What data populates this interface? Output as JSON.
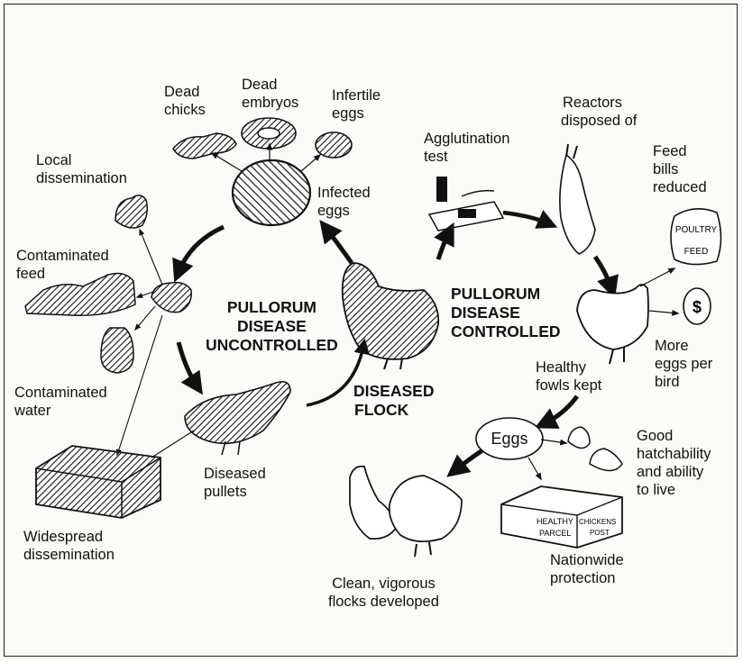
{
  "labels": {
    "dead_chicks": [
      "Dead",
      "chicks"
    ],
    "dead_embryos": [
      "Dead",
      "embryos"
    ],
    "infertile_eggs": [
      "Infertile",
      "eggs"
    ],
    "agglutination_test": [
      "Agglutination",
      "test"
    ],
    "reactors": [
      "Reactors",
      "disposed of"
    ],
    "feed_bills": [
      "Feed",
      "bills",
      "reduced"
    ],
    "local_dissemination": [
      "Local",
      "dissemination"
    ],
    "infected_eggs": [
      "Infected",
      "eggs"
    ],
    "contaminated_feed": [
      "Contaminated",
      "feed"
    ],
    "contaminated_water": [
      "Contaminated",
      "water"
    ],
    "widespread": [
      "Widespread",
      "dissemination"
    ],
    "diseased_pullets": [
      "Diseased",
      "pullets"
    ],
    "more_eggs": [
      "More",
      "eggs per",
      "bird"
    ],
    "healthy_fowls": [
      "Healthy",
      "fowls kept"
    ],
    "eggs": "Eggs",
    "good_hatch": [
      "Good",
      "hatchability",
      "and ability",
      "to live"
    ],
    "nationwide": [
      "Nationwide",
      "protection"
    ],
    "clean_flocks": [
      "Clean, vigorous",
      "flocks developed"
    ]
  },
  "headings": {
    "uncontrolled": [
      "PULLORUM",
      "DISEASE",
      "UNCONTROLLED"
    ],
    "controlled": [
      "PULLORUM",
      "DISEASE",
      "CONTROLLED"
    ],
    "diseased_flock": [
      "DISEASED",
      "FLOCK"
    ]
  },
  "art_text": {
    "poultry": "POULTRY",
    "feed": "FEED",
    "dollar": "$",
    "healthy": "HEALTHY",
    "chicken": "CHICKENS",
    "parcel": "PARCEL",
    "post": "POST"
  }
}
